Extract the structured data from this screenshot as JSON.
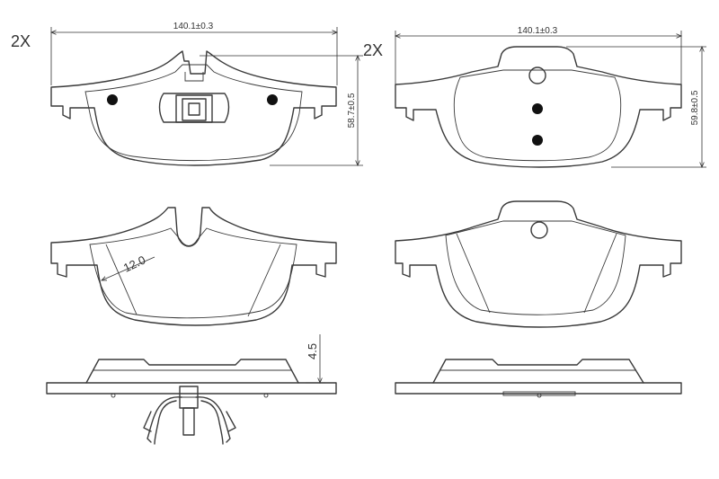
{
  "drawing": {
    "front_pad": {
      "quantity": "2X",
      "width_dim": "140.1±0.3",
      "height_dim": "58.7±0.5",
      "lining_dim": "12.0",
      "thickness_dim": "4.5"
    },
    "rear_pad": {
      "quantity": "2X",
      "width_dim": "140.1±0.3",
      "height_dim": "59.8±0.5"
    }
  }
}
